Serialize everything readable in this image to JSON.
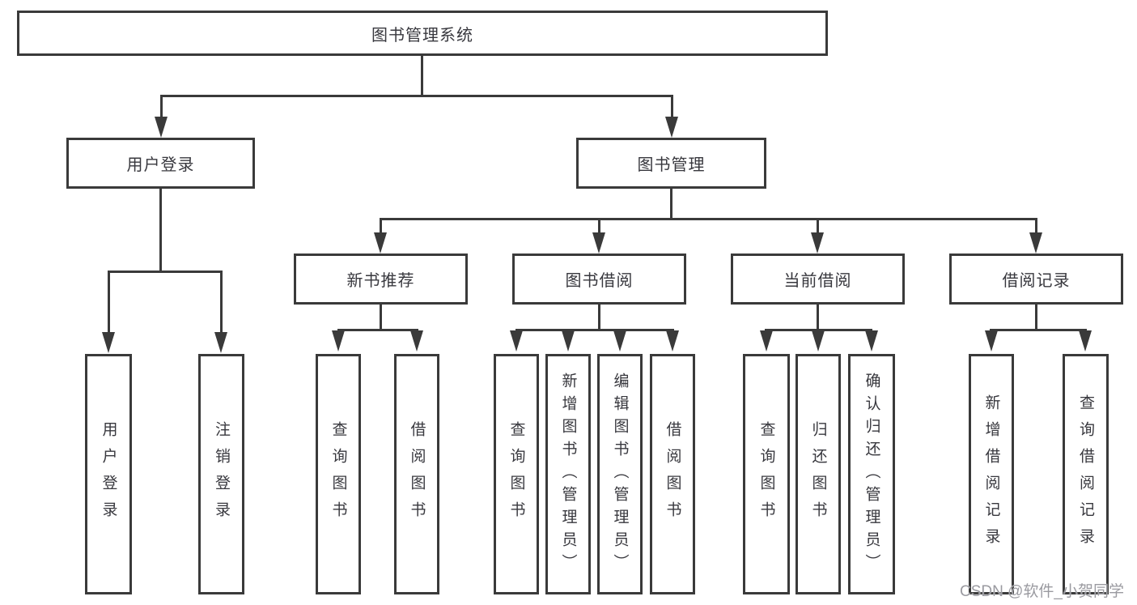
{
  "diagram_title": "图书管理系统",
  "nodes": {
    "root": "图书管理系统",
    "user_login": "用户登录",
    "book_management": "图书管理",
    "new_book_recommend": "新书推荐",
    "book_borrow": "图书借阅",
    "current_borrow": "当前借阅",
    "borrow_records": "借阅记录",
    "leaf_user_login": "用户登录",
    "leaf_logout": "注销登录",
    "leaf_query_book_1": "查询图书",
    "leaf_borrow_book_1": "借阅图书",
    "leaf_query_book_2": "查询图书",
    "leaf_add_book": "新增图书（管理员）",
    "leaf_edit_book": "编辑图书（管理员）",
    "leaf_borrow_book_2": "借阅图书",
    "leaf_query_book_3": "查询图书",
    "leaf_return_book": "归还图书",
    "leaf_confirm_return": "确认归还（管理员）",
    "leaf_add_borrow_record": "新增借阅记录",
    "leaf_query_borrow_record": "查询借阅记录"
  },
  "hierarchy": {
    "图书管理系统": {
      "用户登录": [
        "用户登录",
        "注销登录"
      ],
      "图书管理": {
        "新书推荐": [
          "查询图书",
          "借阅图书"
        ],
        "图书借阅": [
          "查询图书",
          "新增图书（管理员）",
          "编辑图书（管理员）",
          "借阅图书"
        ],
        "当前借阅": [
          "查询图书",
          "归还图书",
          "确认归还（管理员）"
        ],
        "借阅记录": [
          "新增借阅记录",
          "查询借阅记录"
        ]
      }
    }
  },
  "watermark": "CSDN @软件_小贺同学",
  "colors": {
    "line": "#3a3a3a",
    "text": "#38383e",
    "watermark": "#9a9aa0",
    "background": "#ffffff"
  }
}
